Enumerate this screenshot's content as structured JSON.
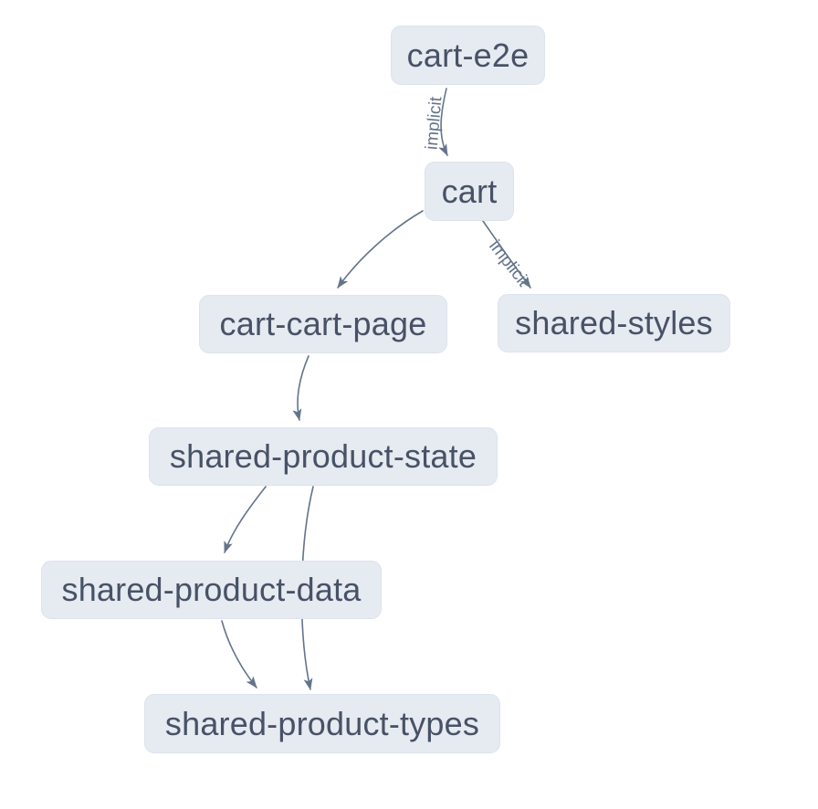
{
  "diagram": {
    "nodes": [
      {
        "id": "cart-e2e",
        "label": "cart-e2e"
      },
      {
        "id": "cart",
        "label": "cart"
      },
      {
        "id": "cart-cart-page",
        "label": "cart-cart-page"
      },
      {
        "id": "shared-styles",
        "label": "shared-styles"
      },
      {
        "id": "shared-product-state",
        "label": "shared-product-state"
      },
      {
        "id": "shared-product-data",
        "label": "shared-product-data"
      },
      {
        "id": "shared-product-types",
        "label": "shared-product-types"
      }
    ],
    "edges": [
      {
        "from": "cart-e2e",
        "to": "cart",
        "type": "implicit",
        "label": "implicit"
      },
      {
        "from": "cart",
        "to": "cart-cart-page",
        "type": "static",
        "label": ""
      },
      {
        "from": "cart",
        "to": "shared-styles",
        "type": "implicit",
        "label": "implicit"
      },
      {
        "from": "cart-cart-page",
        "to": "shared-product-state",
        "type": "static",
        "label": ""
      },
      {
        "from": "shared-product-state",
        "to": "shared-product-data",
        "type": "static",
        "label": ""
      },
      {
        "from": "shared-product-state",
        "to": "shared-product-types",
        "type": "static",
        "label": ""
      },
      {
        "from": "shared-product-data",
        "to": "shared-product-types",
        "type": "static",
        "label": ""
      }
    ],
    "colors": {
      "background": "#ffffff",
      "node_fill": "#e6eaf1",
      "node_border": "#dde3ec",
      "node_text": "#485266",
      "edge_stroke": "#64748b",
      "edge_label_text": "#64748b"
    }
  }
}
